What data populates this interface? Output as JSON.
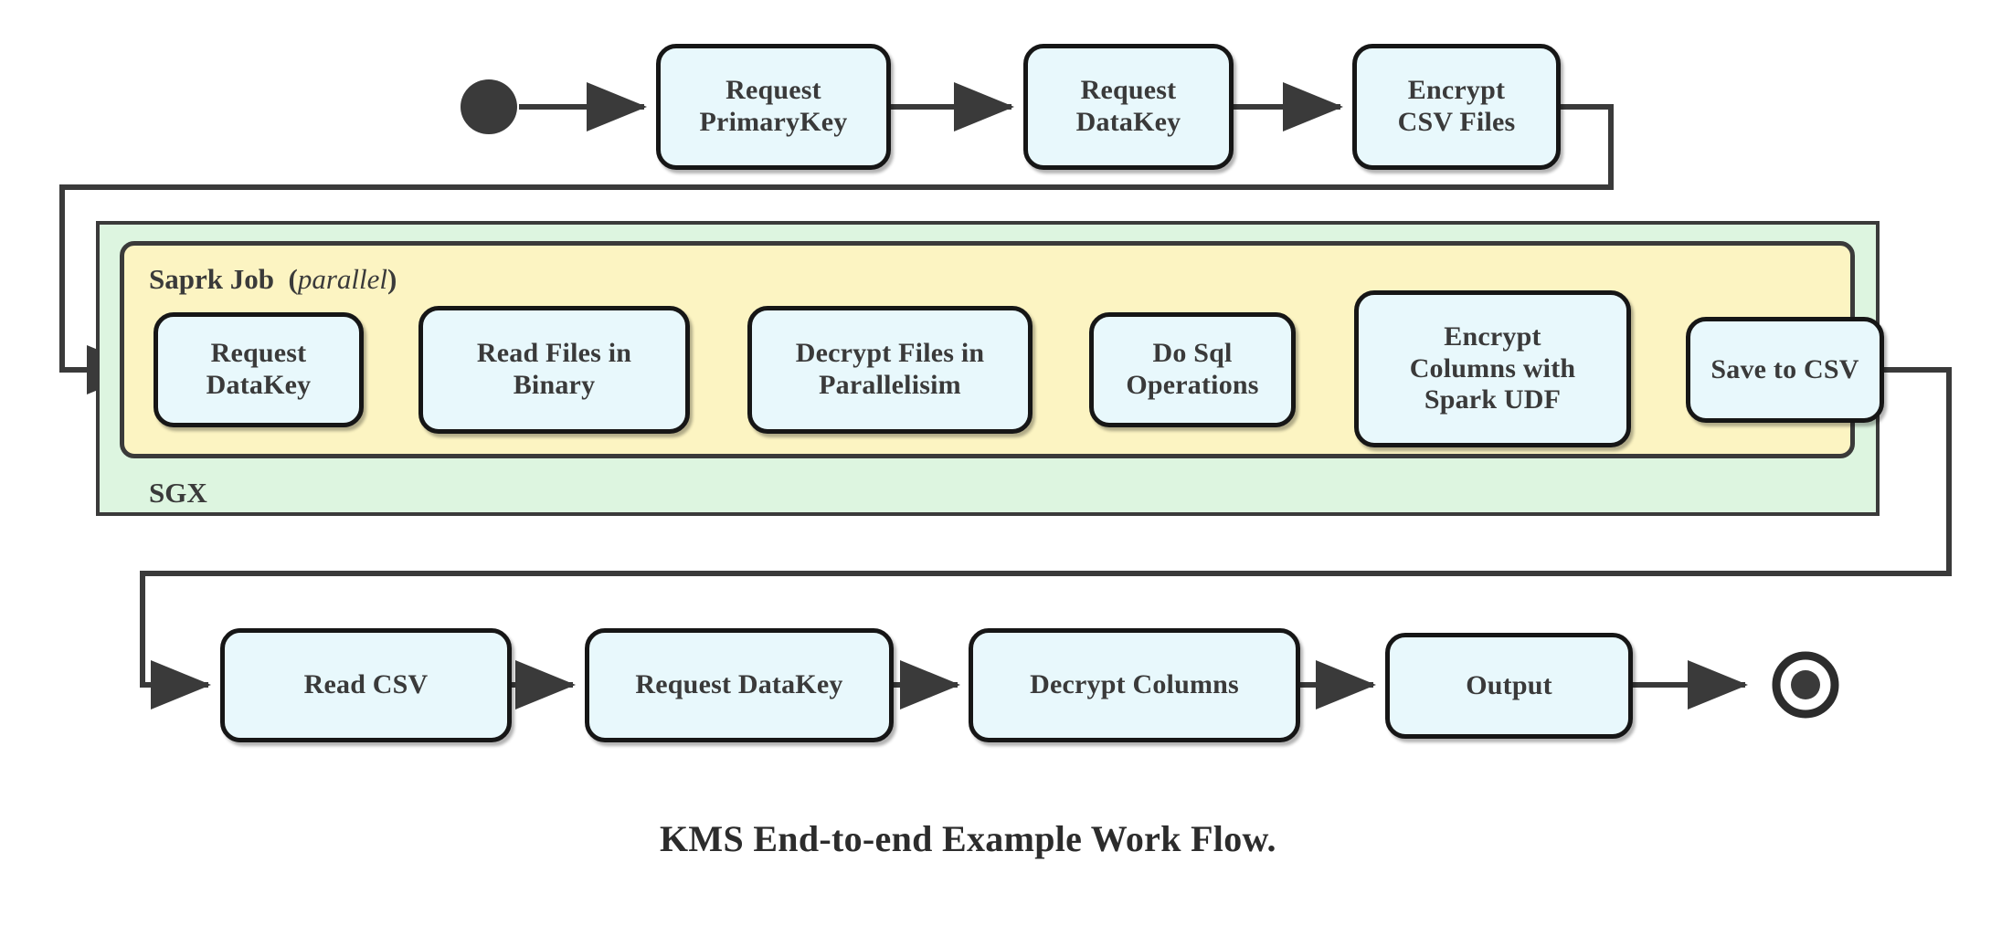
{
  "diagram": {
    "caption": "KMS End-to-end Example Work Flow.",
    "colors": {
      "node_fill": "#e8f8fc",
      "node_stroke": "#161616",
      "sgx_fill": "#ddf5e0",
      "spark_fill": "#fcf4c2",
      "group_stroke": "#3a3a3a",
      "edge_stroke": "#3a3a3a",
      "text": "#3a3a3a",
      "background": "#ffffff"
    },
    "groups": {
      "sgx": {
        "label": "SGX"
      },
      "spark": {
        "label_main": "Saprk Job",
        "label_open": "(",
        "label_italic": "parallel",
        "label_close": ")"
      }
    },
    "start_node": {
      "name": "start"
    },
    "end_node": {
      "name": "end"
    },
    "nodes": {
      "n1": {
        "line1": "Request",
        "line2": "PrimaryKey"
      },
      "n2": {
        "line1": "Request",
        "line2": "DataKey"
      },
      "n3": {
        "line1": "Encrypt",
        "line2": "CSV Files"
      },
      "n4": {
        "line1": "Request",
        "line2": "DataKey"
      },
      "n5": {
        "line1": "Read Files in",
        "line2": "Binary"
      },
      "n6": {
        "line1": "Decrypt Files in",
        "line2": "Parallelisim"
      },
      "n7": {
        "line1": "Do Sql",
        "line2": "Operations"
      },
      "n8": {
        "line1": "Encrypt",
        "line2": "Columns with",
        "line3": "Spark UDF"
      },
      "n9": {
        "line1": "Save to CSV"
      },
      "n10": {
        "line1": "Read CSV"
      },
      "n11": {
        "line1": "Request DataKey"
      },
      "n12": {
        "line1": "Decrypt Columns"
      },
      "n13": {
        "line1": "Output"
      }
    },
    "flow_order": [
      "start",
      "Request PrimaryKey",
      "Request DataKey",
      "Encrypt CSV Files",
      "Request DataKey",
      "Read Files in Binary",
      "Decrypt Files in Parallelisim",
      "Do Sql Operations",
      "Encrypt Columns with Spark UDF",
      "Save to CSV",
      "Read CSV",
      "Request DataKey",
      "Decrypt Columns",
      "Output",
      "end"
    ]
  }
}
